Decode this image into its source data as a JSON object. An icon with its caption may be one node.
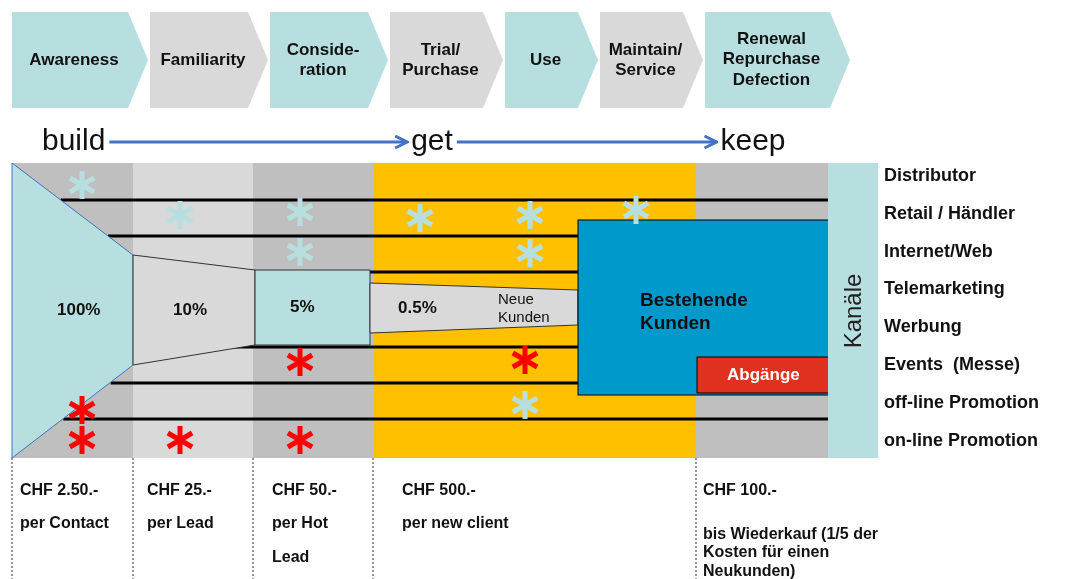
{
  "diagram": {
    "nodes": [
      {
        "text": [
          "Awareness"
        ]
      },
      {
        "text": [
          "Familiarity"
        ]
      },
      {
        "text": [
          "Conside- ration"
        ]
      },
      {
        "text": [
          "Trial/ Purchase"
        ]
      },
      {
        "text": [
          "Use"
        ]
      },
      {
        "text": [
          "Maintain/ Service"
        ]
      },
      {
        "text": [
          "Renewal Repurchase Defection"
        ]
      },
      {
        "text": [
          "build"
        ]
      },
      {
        "text": [
          "get"
        ]
      },
      {
        "text": [
          "keep"
        ]
      },
      {
        "text": [
          "100%"
        ]
      },
      {
        "text": [
          "10%"
        ]
      },
      {
        "text": [
          "5%"
        ]
      },
      {
        "text": [
          "0.5%",
          "Neue Kunden"
        ]
      },
      {
        "text": [
          "Bestehende Kunden"
        ]
      },
      {
        "text": [
          "Abgänge"
        ],
        "in": 14
      },
      {
        "text": [
          "Kanäle"
        ],
        "beside": [
          "Distributor",
          "Retail / Händler",
          "Internet/Web",
          "Telemarketing",
          "Werbung",
          "Events  (Messe)",
          "off-line Promotion",
          "on-line Promotion"
        ]
      }
    ],
    "edges": [
      {
        "from": 7,
        "to": 8,
        "arrow": "to"
      },
      {
        "from": 8,
        "to": 9,
        "arrow": "to"
      }
    ],
    "labels": [
      "CHF 2.50.-",
      "per Contact",
      "CHF 25.-",
      "per Lead",
      "CHF 50.-",
      "per Hot Lead",
      "CHF 500.-",
      "per new client",
      "CHF 100.-",
      "bis Wiederkauf (1/5 der Kosten für einen Neukunden)"
    ]
  }
}
